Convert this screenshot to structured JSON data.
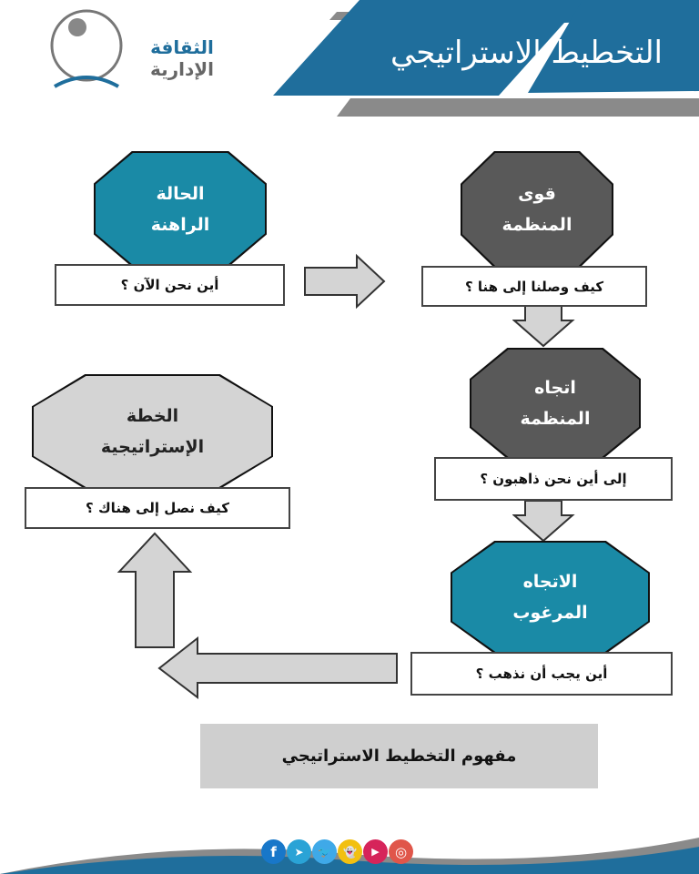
{
  "header": {
    "title": "التخطيط الاستراتيجي",
    "logo_text_1": "الثقافة",
    "logo_text_2": "الإدارية"
  },
  "nodes": [
    {
      "line1": "الحالة",
      "line2": "الراهنة",
      "question": "أين نحن الآن ؟"
    },
    {
      "line1": "قوى",
      "line2": "المنظمة",
      "question": "كيف وصلنا إلى هنا ؟"
    },
    {
      "line1": "اتجاه",
      "line2": "المنظمة",
      "question": "إلى أين نحن ذاهبون ؟"
    },
    {
      "line1": "الاتجاه",
      "line2": "المرغوب",
      "question": "أين يجب أن نذهب ؟"
    },
    {
      "line1": "الخطة",
      "line2": "الإستراتيجية",
      "question": "كيف نصل إلى هناك ؟"
    }
  ],
  "caption": "مفهوم التخطيط الاستراتيجي",
  "social": [
    {
      "name": "facebook",
      "glyph": "f",
      "color": "#1877c9"
    },
    {
      "name": "telegram",
      "glyph": "➤",
      "color": "#2aa3d6"
    },
    {
      "name": "twitter",
      "glyph": "🐦",
      "color": "#3fa9e8"
    },
    {
      "name": "snapchat",
      "glyph": "👻",
      "color": "#f2c010"
    },
    {
      "name": "youtube",
      "glyph": "▶",
      "color": "#d6245a"
    },
    {
      "name": "instagram",
      "glyph": "◎",
      "color": "#e0564a"
    }
  ],
  "colors": {
    "teal": "#1a8aa6",
    "dark": "#595959",
    "banner": "#1f6e9c"
  }
}
